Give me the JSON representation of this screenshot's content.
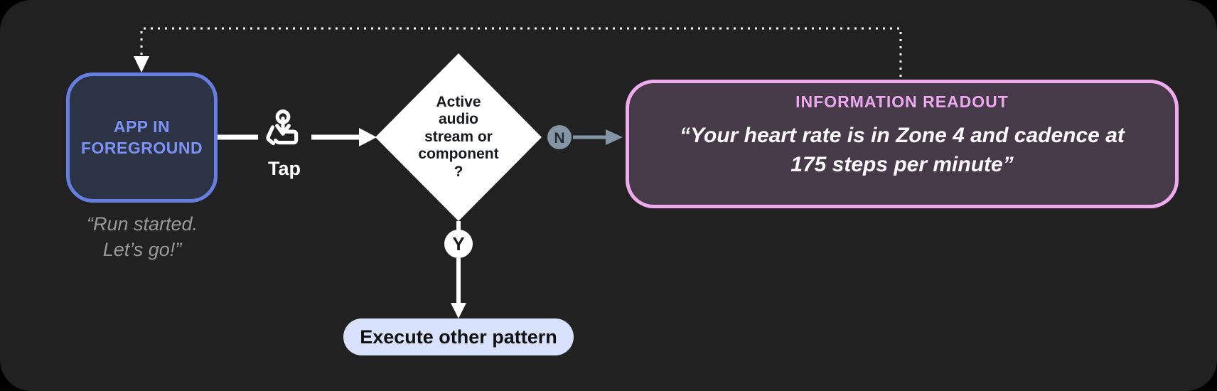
{
  "colors": {
    "panel_background": "#212121",
    "app_node_border": "#667ee2",
    "app_node_fill": "#2b3345",
    "app_node_text": "#7d92f4",
    "caption_gray": "#9a9a9a",
    "decision_fill": "#ffffff",
    "no_branch_slate": "#8496a6",
    "readout_border": "#f0abef",
    "readout_fill": "#473a48",
    "readout_title_pink": "#eda9f0",
    "execute_pill_fill": "#d8e2fc",
    "connector_white": "#ffffff"
  },
  "diagram": {
    "app_node": {
      "label": "APP IN\nFOREGROUND",
      "caption": "“Run started.\nLet’s go!”"
    },
    "tap": {
      "icon": "tap-gesture-icon",
      "label": "Tap"
    },
    "decision": {
      "question": "Active\naudio\nstream or\ncomponent\n?",
      "yes_label": "Y",
      "no_label": "N"
    },
    "readout": {
      "title": "INFORMATION READOUT",
      "quote": "“Your heart rate is in Zone 4 and cadence at\n175 steps per minute”"
    },
    "execute_node": {
      "label": "Execute other pattern"
    }
  }
}
